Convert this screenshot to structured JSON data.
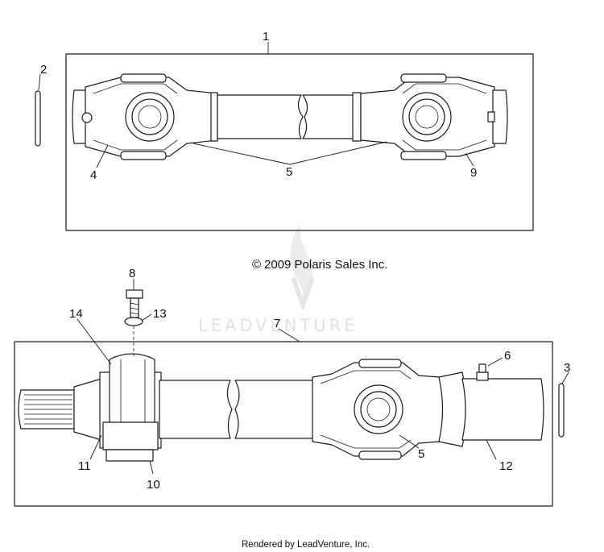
{
  "callouts": {
    "c1": "1",
    "c2": "2",
    "c3": "3",
    "c4": "4",
    "c5_top": "5",
    "c5_bottom": "5",
    "c6": "6",
    "c7": "7",
    "c8": "8",
    "c9": "9",
    "c10": "10",
    "c11": "11",
    "c12": "12",
    "c13": "13",
    "c14": "14"
  },
  "copyright": "2009 Polaris Sales Inc.",
  "copyright_symbol": "©",
  "watermark": "LEADVENTURE",
  "footer": "Rendered by LeadVenture, Inc."
}
